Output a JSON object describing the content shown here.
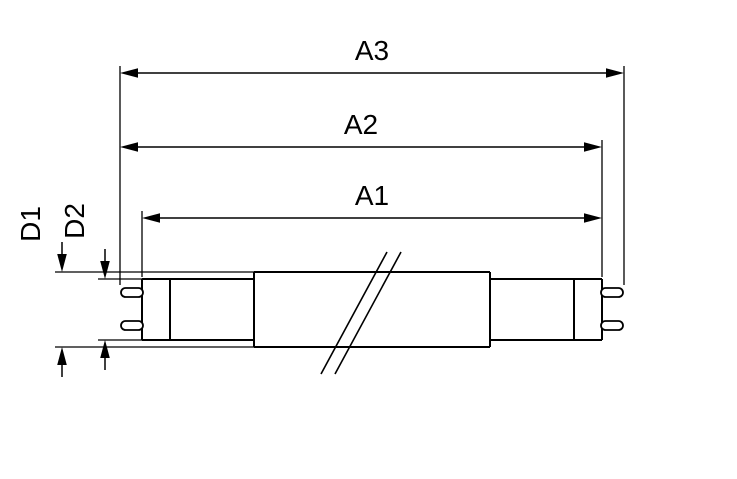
{
  "diagram": {
    "background_color": "#ffffff",
    "line_color": "#000000",
    "labels": {
      "a3": "A3",
      "a2": "A2",
      "a1": "A1",
      "d1": "D1",
      "d2": "D2"
    }
  }
}
